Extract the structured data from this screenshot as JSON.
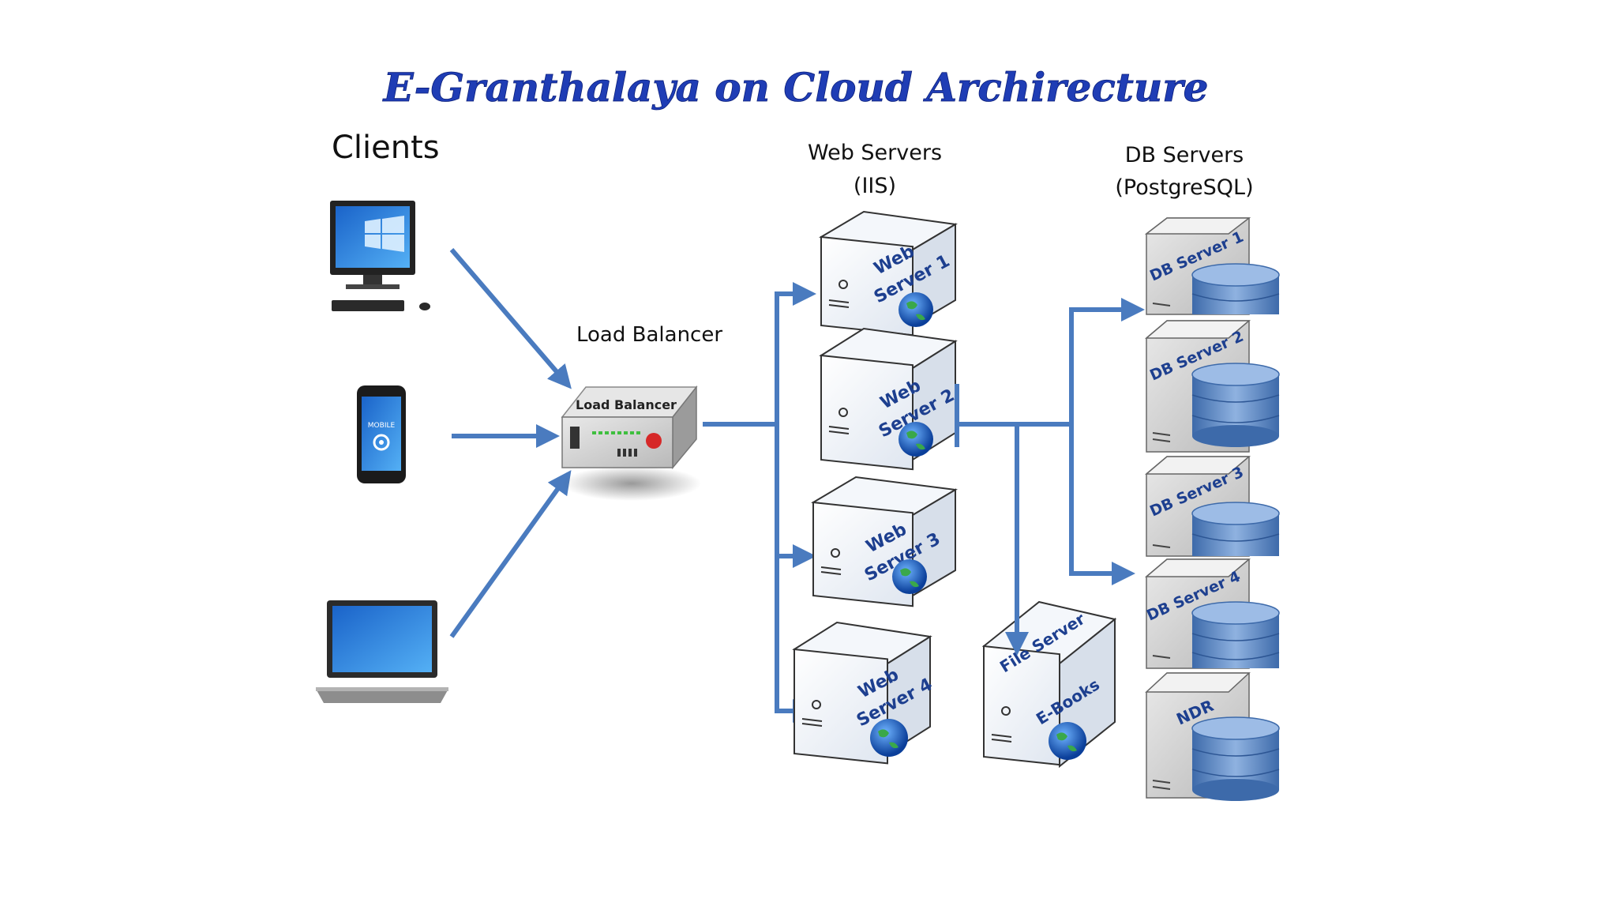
{
  "title": "E-Granthalaya on Cloud Archirecture",
  "headings": {
    "clients": "Clients",
    "load_balancer": "Load Balancer",
    "web_servers_line1": "Web Servers",
    "web_servers_line2": "(IIS)",
    "db_servers_line1": "DB Servers",
    "db_servers_line2": "(PostgreSQL)"
  },
  "load_balancer_device_label": "Load Balancer",
  "mobile_label": "MOBILE",
  "web_servers": [
    {
      "line1": "Web",
      "line2": "Server 1"
    },
    {
      "line1": "Web",
      "line2": "Server 2"
    },
    {
      "line1": "Web",
      "line2": "Server 3"
    },
    {
      "line1": "Web",
      "line2": "Server 4"
    }
  ],
  "file_server": {
    "line1": "File Server",
    "line2": "E-Books"
  },
  "db_servers": [
    "DB Server 1",
    "DB Server 2",
    "DB Server 3",
    "DB Server 4",
    "NDR"
  ],
  "colors": {
    "arrow": "#4a7bbf",
    "title": "#1f3db5",
    "server_label": "#1d3f8f",
    "db_cylinder": "#5b86c4"
  }
}
